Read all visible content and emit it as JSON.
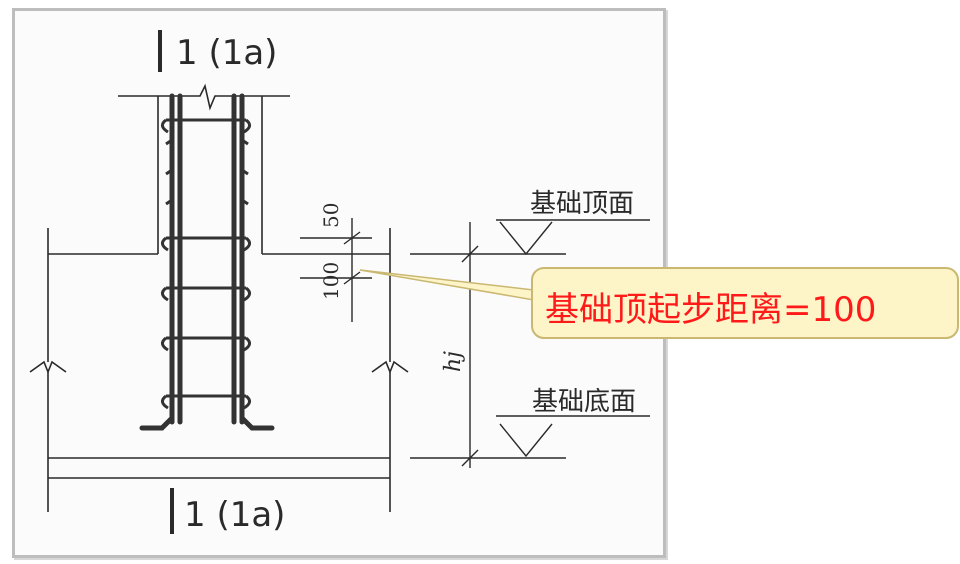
{
  "section_label_top": "1 (1a)",
  "section_label_bottom": "1 (1a)",
  "dim_upper": "50",
  "dim_lower": "100",
  "foundation_top_label": "基础顶面",
  "foundation_bottom_label": "基础底面",
  "height_symbol": "hj",
  "callout_text": "基础顶起步距离=100",
  "colors": {
    "line": "#2a2a2a",
    "callout_fill": "#fdf5c8",
    "callout_border": "#c9b772",
    "callout_text": "#ff1a1a"
  }
}
